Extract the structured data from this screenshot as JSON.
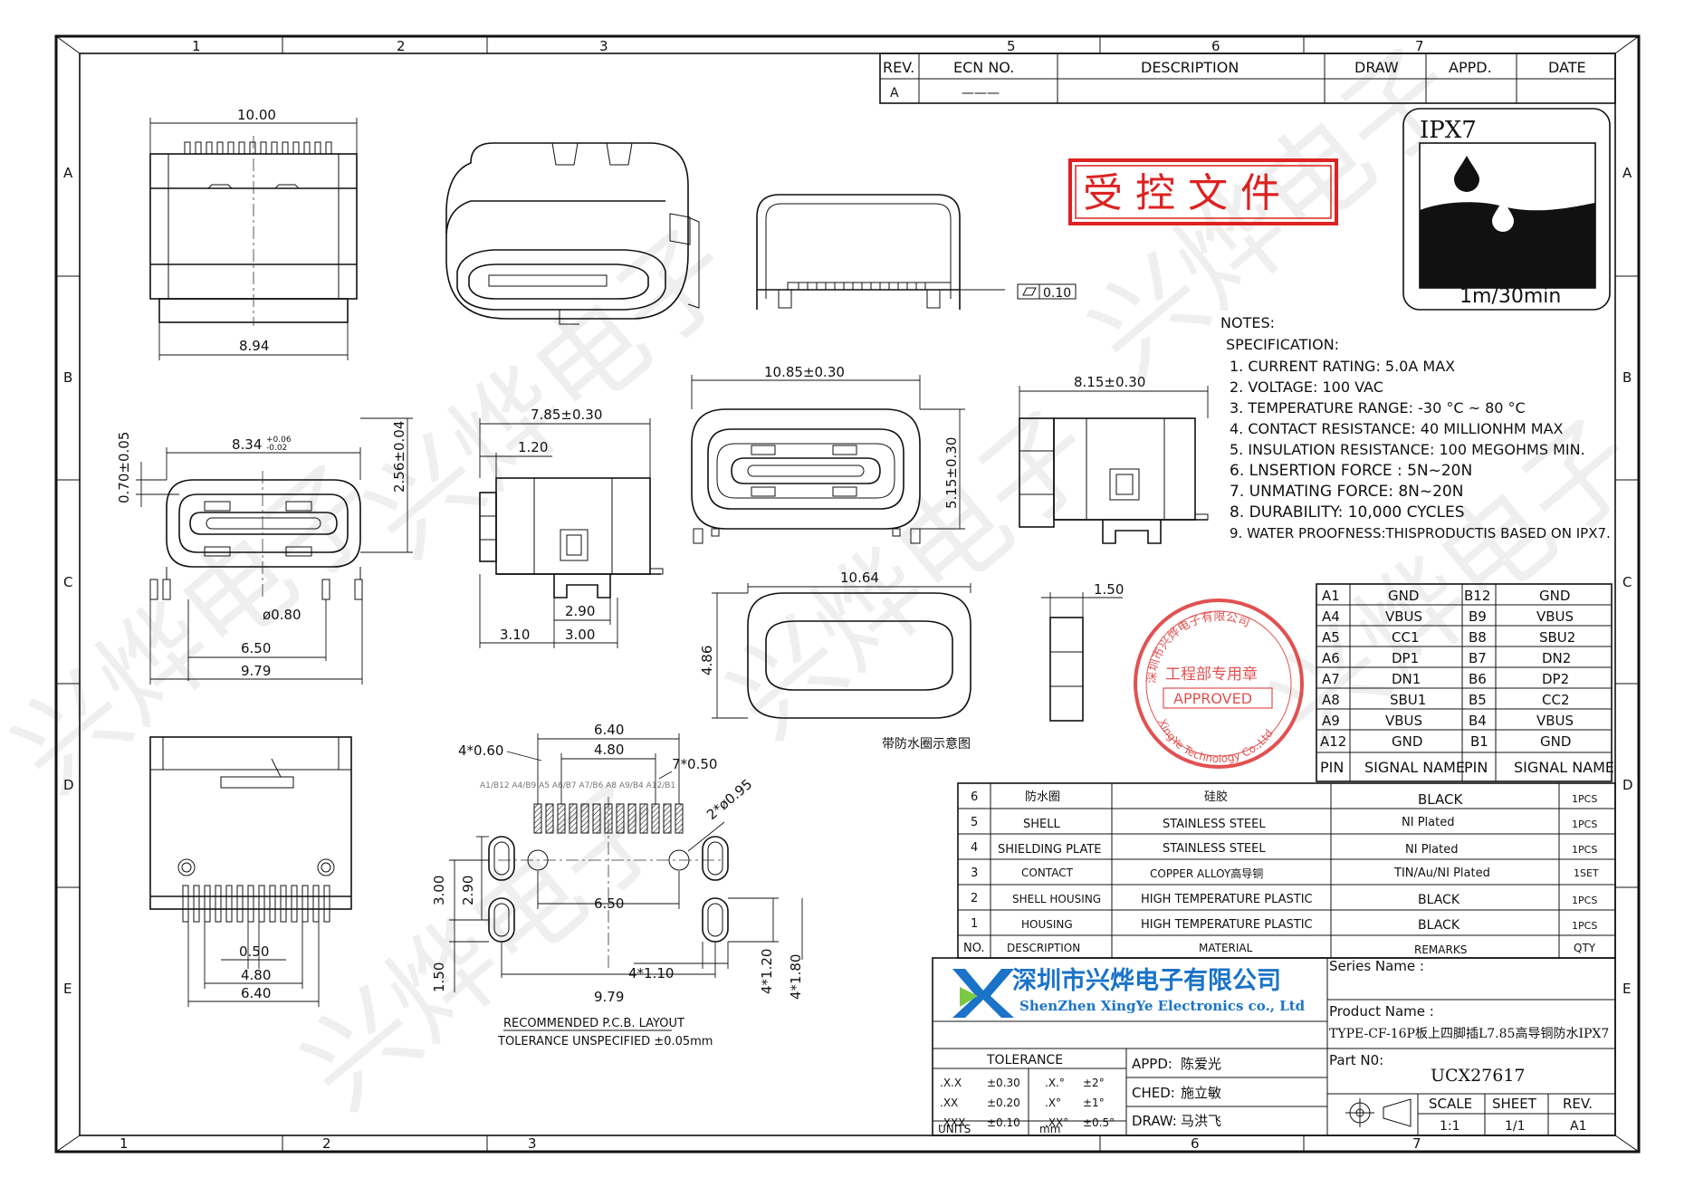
{
  "frame": {
    "col_top": [
      "1",
      "2",
      "3",
      "5",
      "6",
      "7"
    ],
    "col_bottom": [
      "1",
      "2",
      "3",
      "6",
      "7"
    ],
    "rows": [
      "A",
      "B",
      "C",
      "D",
      "E"
    ]
  },
  "revision_table": {
    "headers": [
      "REV.",
      "ECN NO.",
      "DESCRIPTION",
      "DRAW",
      "APPD.",
      "DATE"
    ],
    "row": [
      "A",
      "———",
      "",
      "",
      "",
      ""
    ]
  },
  "stamp_controlled": "受 控 文 件",
  "ipx": {
    "label": "IPX7",
    "depth": "1m/30min"
  },
  "notes": {
    "title": "NOTES:",
    "spec_title": "SPECIFICATION:",
    "items": [
      "1. CURRENT RATING: 5.0A MAX",
      "2. VOLTAGE: 100 VAC",
      "3. TEMPERATURE RANGE: -30 °C ~ 80 °C",
      "4. CONTACT RESISTANCE: 40 MILLIONHM MAX",
      "5. INSULATION RESISTANCE: 100 MEGOHMS MIN.",
      "6. LNSERTION FORCE : 5N~20N",
      "7. UNMATING FORCE: 8N~20N",
      "8. DURABILITY: 10,000 CYCLES",
      "9. WATER PROOFNESS:THISPRODUCTIS BASED ON IPX7."
    ]
  },
  "pin_table": {
    "rows": [
      [
        "A1",
        "GND",
        "B12",
        "GND"
      ],
      [
        "A4",
        "VBUS",
        "B9",
        "VBUS"
      ],
      [
        "A5",
        "CC1",
        "B8",
        "SBU2"
      ],
      [
        "A6",
        "DP1",
        "B7",
        "DN2"
      ],
      [
        "A7",
        "DN1",
        "B6",
        "DP2"
      ],
      [
        "A8",
        "SBU1",
        "B5",
        "CC2"
      ],
      [
        "A9",
        "VBUS",
        "B4",
        "VBUS"
      ],
      [
        "A12",
        "GND",
        "B1",
        "GND"
      ]
    ],
    "header": [
      "PIN",
      "SIGNAL NAME",
      "PIN",
      "SIGNAL NAME"
    ]
  },
  "approved_seal": {
    "ring_text": "深圳市兴烨电子有限公司",
    "ring_text_en": "XingYe Technology Co.,Ltd",
    "dept": "工程部专用章",
    "approved": "APPROVED"
  },
  "seal_note": "带防水圈示意图",
  "bom": {
    "rows": [
      [
        "6",
        "防水圈",
        "硅胶",
        "BLACK",
        "1PCS"
      ],
      [
        "5",
        "SHELL",
        "STAINLESS STEEL",
        "NI Plated",
        "1PCS"
      ],
      [
        "4",
        "SHIELDING PLATE",
        "STAINLESS STEEL",
        "NI Plated",
        "1PCS"
      ],
      [
        "3",
        "CONTACT",
        "COPPER ALLOY高导铜",
        "TIN/Au/NI Plated",
        "1SET"
      ],
      [
        "2",
        "SHELL HOUSING",
        "HIGH TEMPERATURE PLASTIC",
        "BLACK",
        "1PCS"
      ],
      [
        "1",
        "HOUSING",
        "HIGH TEMPERATURE PLASTIC",
        "BLACK",
        "1PCS"
      ]
    ],
    "header": [
      "NO.",
      "DESCRIPTION",
      "MATERIAL",
      "REMARKS",
      "QTY"
    ]
  },
  "company": {
    "name_cn": "深圳市兴烨电子有限公司",
    "name_en": "ShenZhen XingYe Electronics co., Ltd",
    "logo_color": "#1a73c8"
  },
  "title_block": {
    "series_label": "Series Name :",
    "product_label": "Product Name :",
    "product_name": "TYPE-CF-16P板上四脚插L7.85高导铜防水IPX7",
    "part_label": "Part N0:",
    "part_no": "UCX27617",
    "scale_label": "SCALE",
    "scale": "1:1",
    "sheet_label": "SHEET",
    "sheet": "1/1",
    "rev_label": "REV.",
    "rev": "A1",
    "tolerance_label": "TOLERANCE",
    "tol_rows": [
      [
        ".X.X",
        "±0.30",
        ".X.°",
        "±2°"
      ],
      [
        ".XX",
        "±0.20",
        ".X°",
        "±1°"
      ],
      [
        ".XXX",
        "±0.10",
        ".XX°",
        "±0.5°"
      ]
    ],
    "units_label": "UNITS",
    "units": "mm",
    "appd_label": "APPD:",
    "appd": "陈爱光",
    "ched_label": "CHED:",
    "ched": "施立敏",
    "draw_label": "DRAW:",
    "draw": "马洪飞"
  },
  "dims": {
    "top_w": "10.00",
    "top_base": "8.94",
    "front_w": "8.34",
    "front_tol_plus": "+0.06",
    "front_tol_minus": "-0.02",
    "front_h": "0.70±0.05",
    "front_h2": "2.56±0.04",
    "hole": "ø0.80",
    "peg_650": "6.50",
    "peg_979": "9.79",
    "side_w": "7.85±0.30",
    "side_120": "1.20",
    "side_290": "2.90",
    "side_310": "3.10",
    "side_300": "3.00",
    "face_w": "10.85±0.30",
    "face_h": "5.15±0.30",
    "end_w": "8.15±0.30",
    "flat": "0.10",
    "ring_w": "10.64",
    "ring_h": "4.86",
    "ring_t": "1.50",
    "pcb_640": "6.40",
    "pcb_480": "4.80",
    "pcb_4x060": "4*0.60",
    "pcb_7x050": "7*0.50",
    "pcb_2x095": "2*ø0.95",
    "pcb_650": "6.50",
    "pcb_300": "3.00",
    "pcb_290": "2.90",
    "pcb_150": "1.50",
    "pcb_4x110": "4*1.10",
    "pcb_979": "9.79",
    "pcb_4x120": "4*1.20",
    "pcb_4x180": "4*1.80",
    "pcb_pins": "A1/B12 A4/B9 A5 A6/B7 A7/B6 A8 A9/B4 A12/B1",
    "bot_050": "0.50",
    "bot_480": "4.80",
    "bot_640": "6.40",
    "pcb_note1": "RECOMMENDED P.C.B. LAYOUT",
    "pcb_note2": "TOLERANCE UNSPECIFIED ±0.05mm"
  },
  "watermark": "兴烨电子"
}
